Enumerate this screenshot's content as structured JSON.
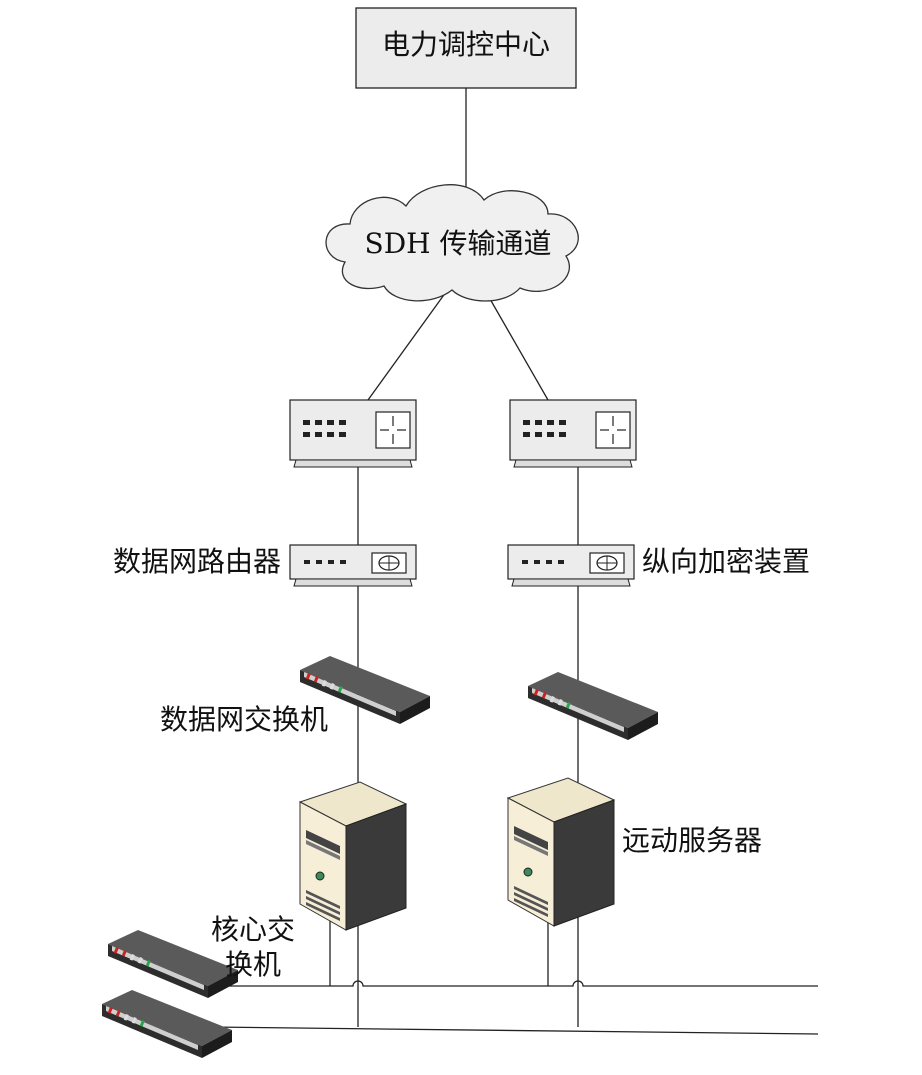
{
  "diagram": {
    "control_center": "电力调控中心",
    "transport": "SDH 传输通道",
    "router_label": "数据网路由器",
    "crypto_label": "纵向加密装置",
    "netswitch_label": "数据网交换机",
    "rt_server_label": "远动服务器",
    "core_switch_line1": "核心交",
    "core_switch_line2": "换机"
  },
  "colors": {
    "line": "#222222",
    "box_fill": "#ececec",
    "cloud_fill": "#f0f0f0",
    "server_body": "#f3ead0",
    "server_dark": "#3a3a3a",
    "switch_dark": "#2d2d2d",
    "led_red": "#cc2222",
    "led_green": "#22aa44"
  },
  "icons": [
    "router-icon",
    "encryption-device-icon",
    "switch-icon",
    "server-icon",
    "cloud-icon"
  ]
}
